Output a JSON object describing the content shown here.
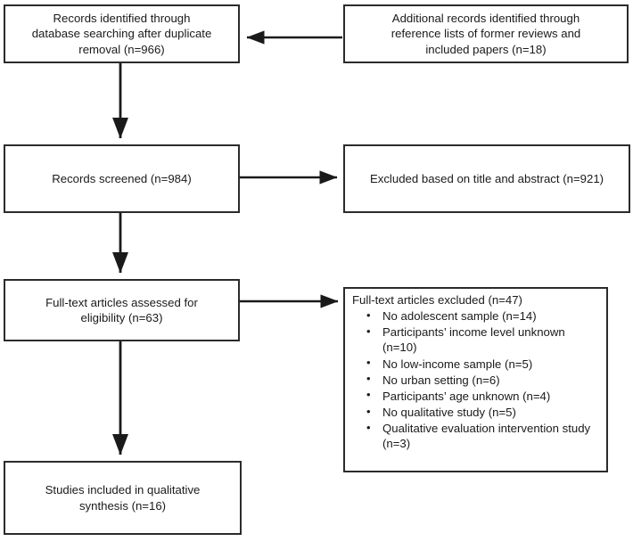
{
  "diagram": {
    "title": "PRISMA study selection flow diagram",
    "type": "flowchart",
    "background_color": "#ffffff",
    "box_border_color": "#2b2b2b",
    "text_color": "#1a1a1a",
    "arrow_color": "#1a1a1a"
  },
  "nodes": {
    "identified": {
      "text": "Records identified through\ndatabase searching after duplicate\nremoval (n=966)",
      "count": 966
    },
    "additional": {
      "text": "Additional records identified through\nreference lists of former reviews and\nincluded papers (n=18)",
      "count": 18
    },
    "screened": {
      "text": "Records screened (n=984)",
      "count": 984
    },
    "excluded_title_abstract": {
      "text": "Excluded based on title and abstract (n=921)",
      "count": 921
    },
    "fulltext_assessed": {
      "text": "Full-text articles assessed for\neligibility (n=63)",
      "count": 63
    },
    "fulltext_excluded": {
      "heading": "Full-text articles excluded (n=47)",
      "count": 47,
      "reasons": [
        {
          "label": "No adolescent sample (n=14)",
          "count": 14
        },
        {
          "label": "Participants’ income level unknown (n=10)",
          "count": 10
        },
        {
          "label": "No low-income sample (n=5)",
          "count": 5
        },
        {
          "label": "No urban setting (n=6)",
          "count": 6
        },
        {
          "label": "Participants’ age unknown (n=4)",
          "count": 4
        },
        {
          "label": "No qualitative study (n=5)",
          "count": 5
        },
        {
          "label": "Qualitative evaluation intervention study (n=3)",
          "count": 3
        }
      ],
      "bullet_glyph": "•"
    },
    "included": {
      "text": "Studies included in qualitative\nsynthesis (n=16)",
      "count": 16
    }
  },
  "connectors": [
    {
      "name": "additional-to-identified",
      "direction": "left"
    },
    {
      "name": "identified-to-screened",
      "direction": "down"
    },
    {
      "name": "screened-to-excluded-title-abstract",
      "direction": "right"
    },
    {
      "name": "screened-to-fulltext",
      "direction": "down"
    },
    {
      "name": "fulltext-to-excluded-fulltext",
      "direction": "right"
    },
    {
      "name": "fulltext-to-included",
      "direction": "down"
    }
  ]
}
